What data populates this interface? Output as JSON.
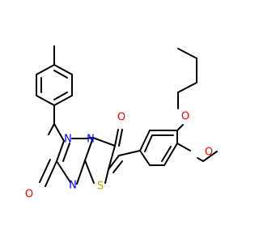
{
  "molecule": {
    "atoms": {
      "oxygen_butoxy": {
        "label": "O",
        "color": "#ff0000"
      },
      "oxygen_methoxy": {
        "label": "O",
        "color": "#ff0000"
      },
      "oxygen_ring_right": {
        "label": "O",
        "color": "#ff0000"
      },
      "oxygen_ring_left": {
        "label": "O",
        "color": "#ff0000"
      },
      "nitrogen_top_left": {
        "label": "N",
        "color": "#0000ff"
      },
      "nitrogen_top_center": {
        "label": "N",
        "color": "#0000ff"
      },
      "nitrogen_bottom": {
        "label": "N",
        "color": "#0000ff"
      },
      "sulfur": {
        "label": "S",
        "color": "#b8a000"
      }
    }
  }
}
